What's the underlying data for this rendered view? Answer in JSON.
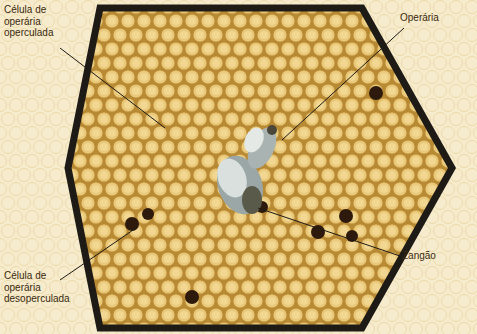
{
  "diagram": {
    "labels": [
      "Célula de operária operculada",
      "Operária",
      "Zangão",
      "Célula de operária desoperculada"
    ]
  }
}
